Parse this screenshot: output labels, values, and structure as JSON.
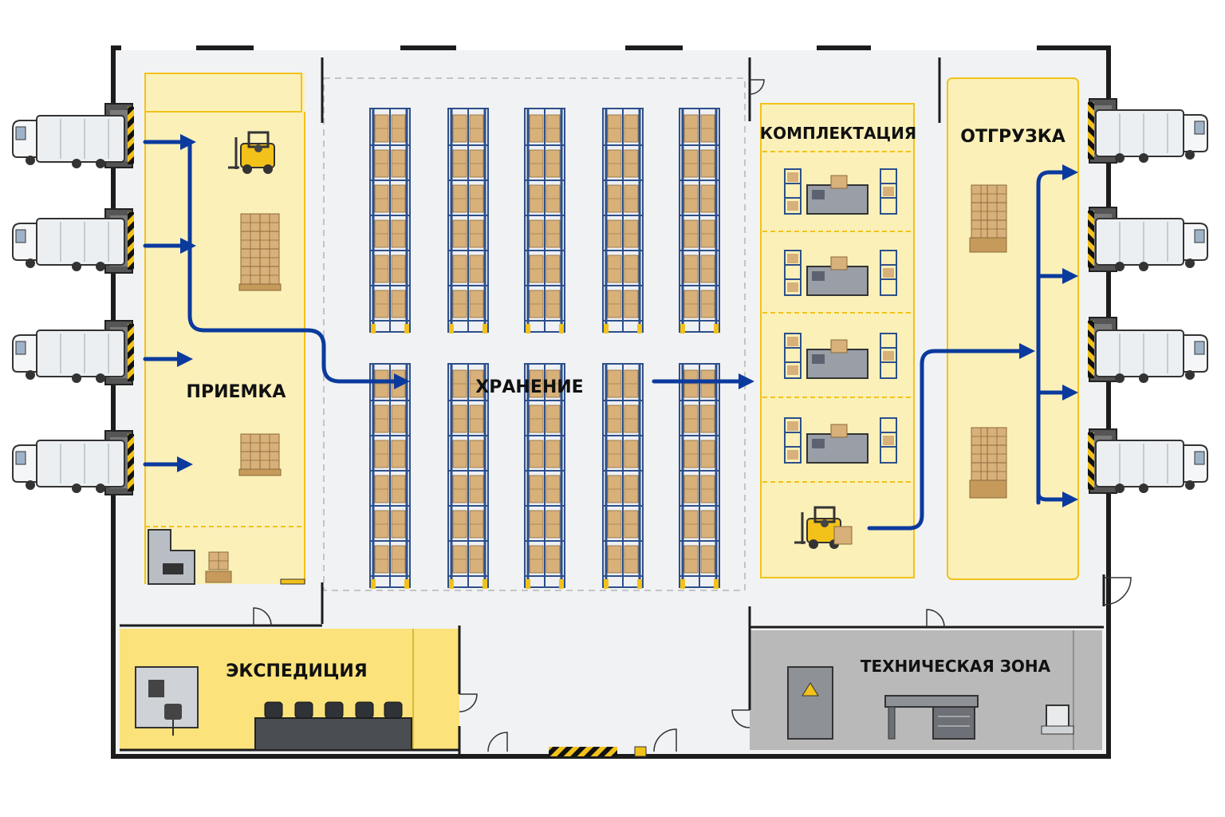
{
  "zones": {
    "receiving": "ПРИЕМКА",
    "storage": "ХРАНЕНИЕ",
    "picking": "КОМПЛЕКТАЦИЯ",
    "shipping": "ОТГРУЗКА",
    "dispatch": "ЭКСПЕДИЦИЯ",
    "technical": "ТЕХНИЧЕСКАЯ ЗОНА"
  },
  "colors": {
    "zone_fill": "#fbf0b8",
    "zone_border": "#f2c21a",
    "flow_arrow": "#0b3a9e",
    "rack_frame": "#2d4f8a",
    "box": "#d8b07a",
    "wall": "#1c1c1c",
    "tech_zone": "#b9b9b9",
    "dispatch_zone": "#fbe27a"
  },
  "counts": {
    "inbound_docks": 4,
    "outbound_docks": 4,
    "rack_columns": 5,
    "rack_rows": 2,
    "picking_stations": 4,
    "dispatch_chairs": 5
  },
  "icons": [
    "truck-icon",
    "forklift-icon",
    "pallet-icon",
    "rack-icon",
    "workstation-icon",
    "electrical-cabinet-icon",
    "workbench-icon",
    "sink-icon",
    "desk-icon",
    "chair-icon",
    "door-icon"
  ]
}
